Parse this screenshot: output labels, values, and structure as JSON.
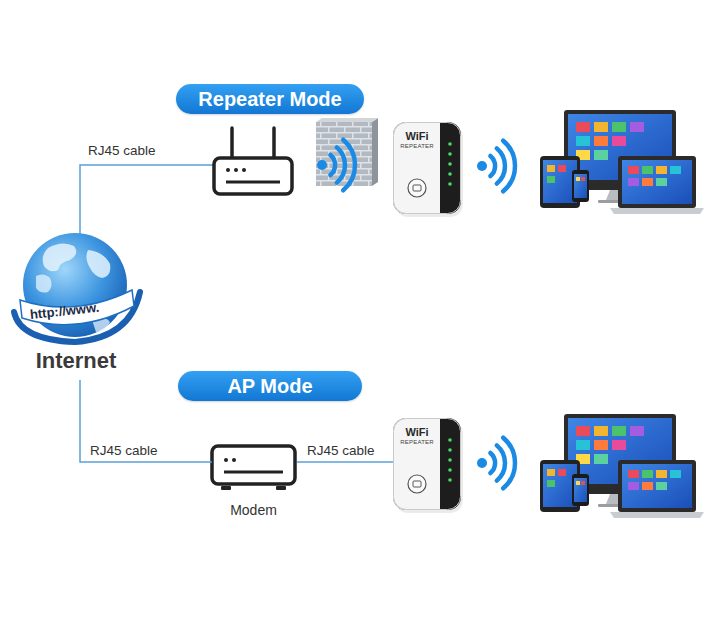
{
  "diagram": {
    "nodes": [
      {
        "text": [
          "Repeater Mode"
        ]
      },
      {
        "text": [
          "WiFi",
          "REPEATER"
        ]
      },
      {
        "text": [
          "http://www.",
          "Internet"
        ]
      },
      {
        "text": [
          "AP Mode"
        ]
      },
      {
        "text": [
          "Modem"
        ]
      },
      {
        "text": [
          "WiFi",
          "REPEATER"
        ]
      }
    ],
    "edges": [
      {
        "from": 2,
        "to": 4,
        "arrow": "none",
        "label": "RJ45 cable"
      },
      {
        "from": 4,
        "to": 5,
        "arrow": "none",
        "label": "RJ45 cable"
      }
    ],
    "labels": [
      "RJ45 cable"
    ]
  }
}
